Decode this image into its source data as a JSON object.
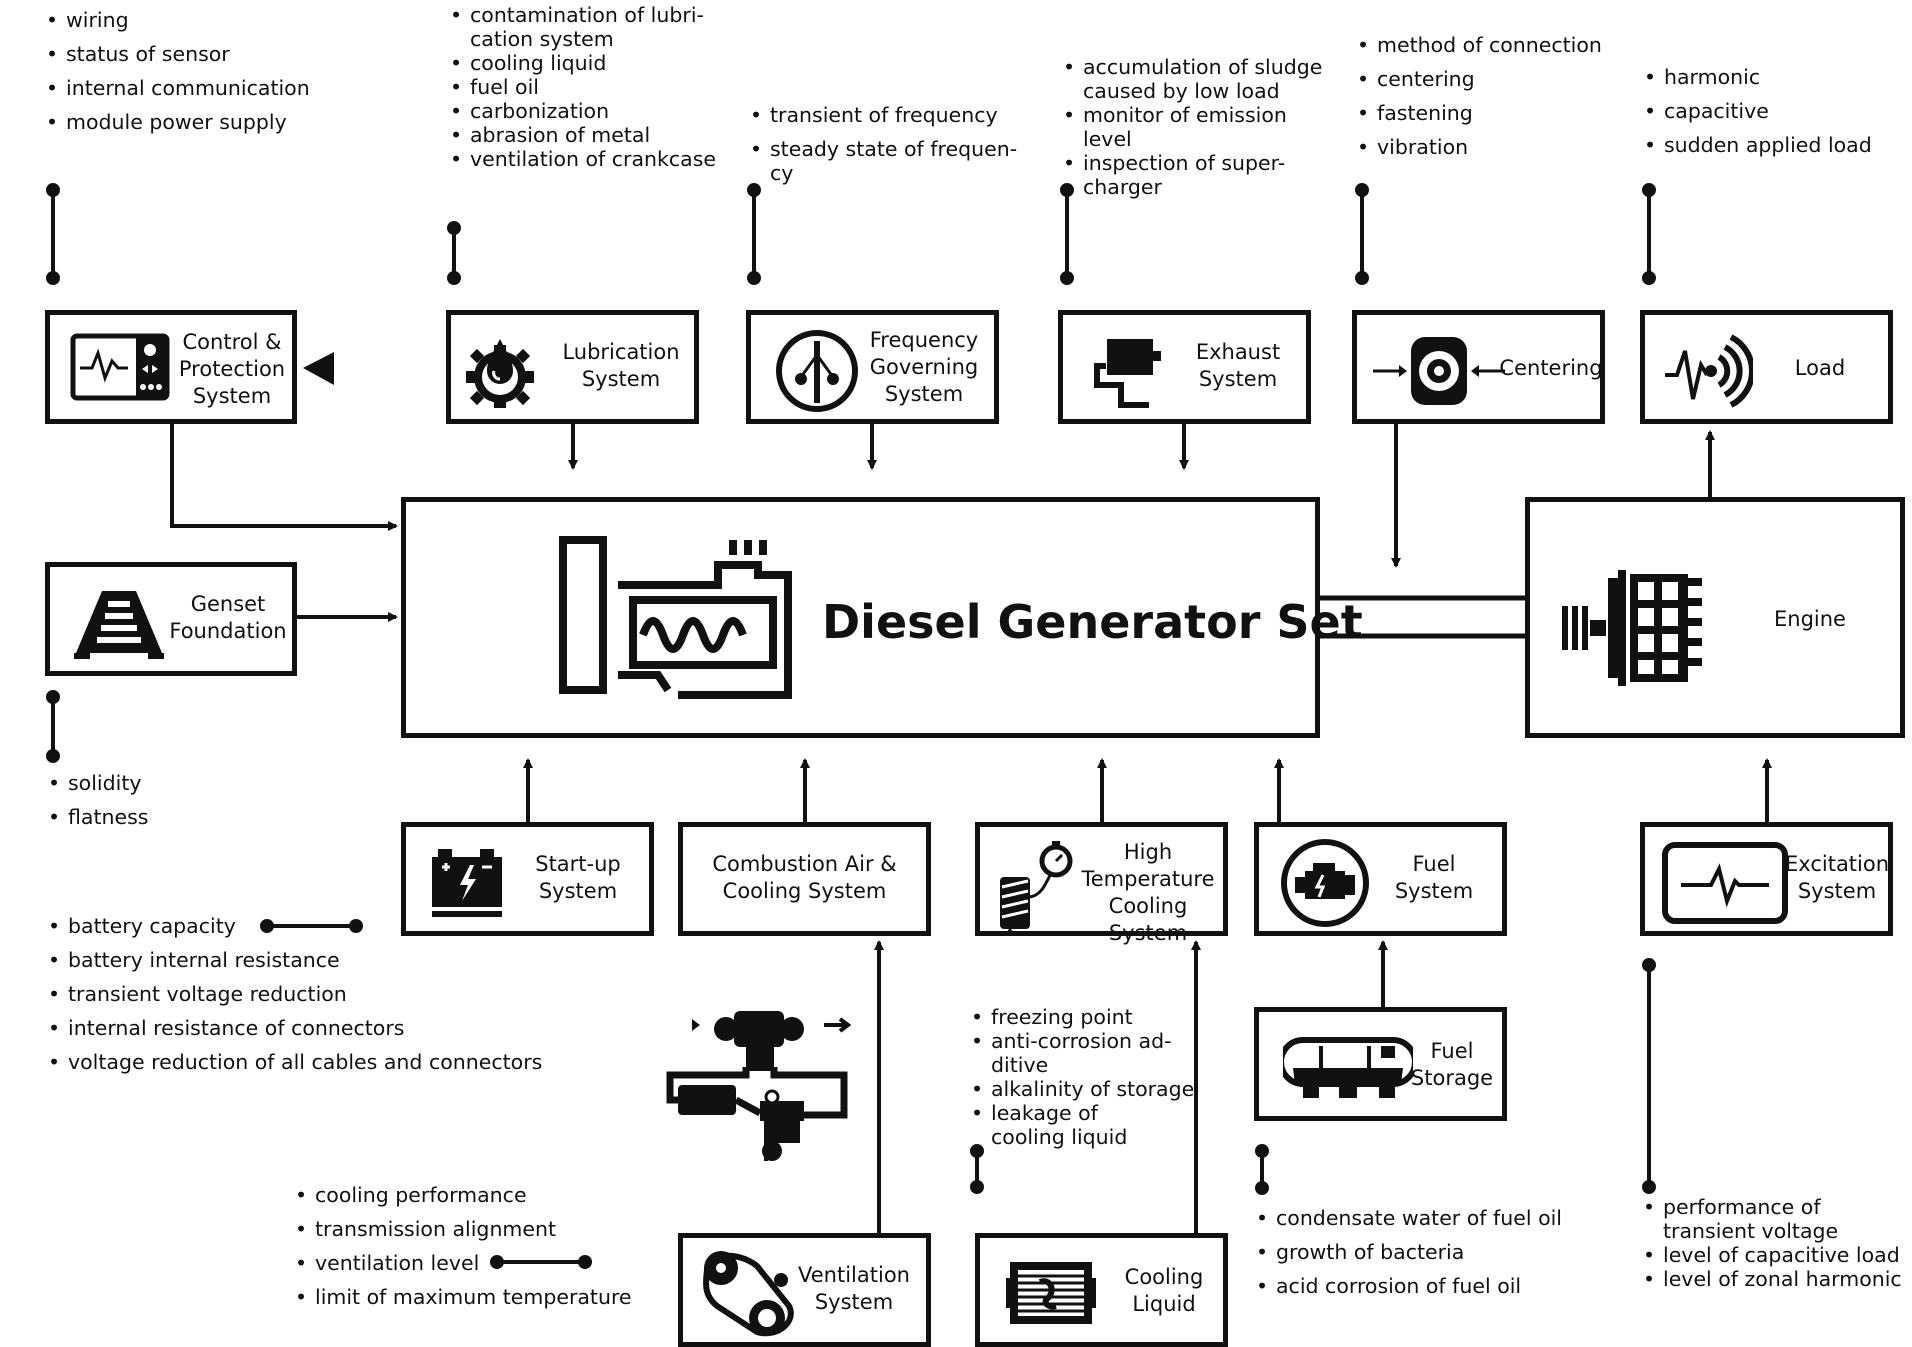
{
  "center": {
    "title": "Diesel Generator Set"
  },
  "boxes": {
    "control": "Control &\nProtection\nSystem",
    "lubrication": "Lubrication\nSystem",
    "frequency": "Frequency\nGoverning\nSystem",
    "exhaust": "Exhaust\nSystem",
    "centering": "Centering",
    "load": "Load",
    "foundation": "Genset\nFoundation",
    "engine": "Engine",
    "startup": "Start-up\nSystem",
    "combustion": "Combustion Air &\nCooling System",
    "hightemp": "High\nTemperature\nCooling System",
    "fuel": "Fuel\nSystem",
    "excitation": "Excitation\nSystem",
    "fuelstorage": "Fuel\nStorage",
    "ventilation": "Ventilation\nSystem",
    "coolingliquid": "Cooling\nLiquid"
  },
  "lists": {
    "control": [
      "wiring",
      "status of sensor",
      "internal communication",
      "module power supply"
    ],
    "lubrication": [
      "contamination of lubri-\ncation system",
      "cooling liquid",
      "fuel oil",
      "carbonization",
      "abrasion of metal",
      "ventilation of crankcase"
    ],
    "frequency": [
      "transient of frequency",
      "steady state of frequen-\ncy"
    ],
    "exhaust": [
      "accumulation of sludge\ncaused by low load",
      "monitor of emission\nlevel",
      "inspection of super-\ncharger"
    ],
    "centering": [
      "method of connection",
      "centering",
      "fastening",
      "vibration"
    ],
    "load": [
      "harmonic",
      "capacitive",
      "sudden applied load"
    ],
    "foundation": [
      "solidity",
      "flatness"
    ],
    "startup": [
      "battery capacity",
      "battery internal resistance",
      "transient voltage reduction",
      "internal resistance of connectors",
      "voltage reduction of all cables and connectors"
    ],
    "ventilation": [
      "cooling performance",
      "transmission alignment",
      "ventilation level",
      "limit of maximum temperature"
    ],
    "coolingliquid": [
      "freezing point",
      "anti-corrosion ad-\nditive",
      "alkalinity of storage",
      "leakage of\ncooling liquid"
    ],
    "fuelstorage": [
      "condensate water of fuel oil",
      "growth of bacteria",
      "acid corrosion of fuel oil"
    ],
    "excitation": [
      "performance of\ntransient voltage",
      "level of capacitive load",
      "level of zonal harmonic"
    ]
  },
  "icons": {
    "control": "monitor-panel-icon",
    "lubrication": "oil-drop-gear-icon",
    "frequency": "governor-icon",
    "exhaust": "exhaust-pipe-icon",
    "centering": "coupling-icon",
    "load": "signal-waves-icon",
    "foundation": "foundation-icon",
    "engine": "alternator-icon",
    "startup": "battery-icon",
    "hightemp": "thermometer-radiator-icon",
    "fuel": "fuel-engine-icon",
    "excitation": "pulse-icon",
    "fuelstorage": "tank-icon",
    "ventilation": "belt-drive-icon",
    "coolingliquid": "radiator-icon",
    "center": "diesel-engine-icon",
    "turbo": "turbocharger-icon"
  }
}
